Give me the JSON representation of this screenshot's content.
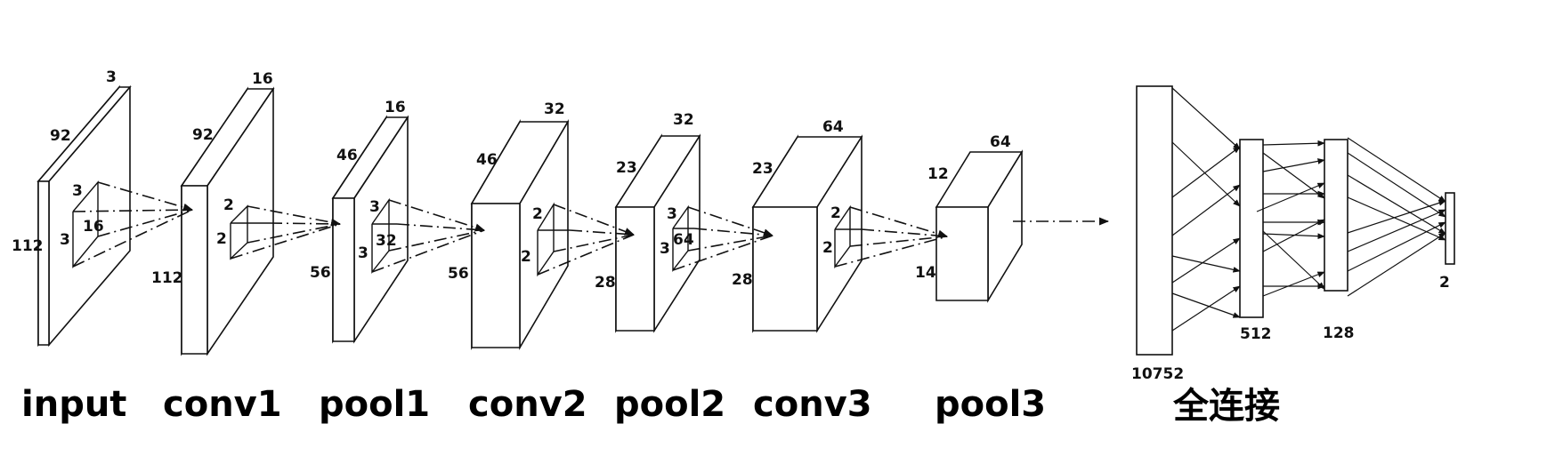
{
  "layers": [
    {
      "name": "input",
      "d": {
        "depth": "3",
        "width": "92",
        "height": "112"
      },
      "k": {
        "h": "3",
        "w": "3",
        "d": "16"
      }
    },
    {
      "name": "conv1",
      "d": {
        "depth": "16",
        "width": "92",
        "height": "112"
      },
      "k": {
        "h": "2",
        "w": "2"
      }
    },
    {
      "name": "pool1",
      "d": {
        "depth": "16",
        "width": "46",
        "height": "56"
      },
      "k": {
        "h": "3",
        "w": "3",
        "d": "32"
      }
    },
    {
      "name": "conv2",
      "d": {
        "depth": "32",
        "width": "46",
        "height": "56"
      },
      "k": {
        "h": "2",
        "w": "2"
      }
    },
    {
      "name": "pool2",
      "d": {
        "depth": "32",
        "width": "23",
        "height": "28"
      },
      "k": {
        "h": "3",
        "w": "3",
        "d": "64"
      }
    },
    {
      "name": "conv3",
      "d": {
        "depth": "64",
        "width": "23",
        "height": "28"
      },
      "k": {
        "h": "2",
        "w": "2"
      }
    },
    {
      "name": "pool3",
      "d": {
        "depth": "64",
        "width": "12",
        "height": "14"
      }
    }
  ],
  "fc": {
    "label": "全连接",
    "sizes": [
      "10752",
      "512",
      "128",
      "2"
    ]
  }
}
